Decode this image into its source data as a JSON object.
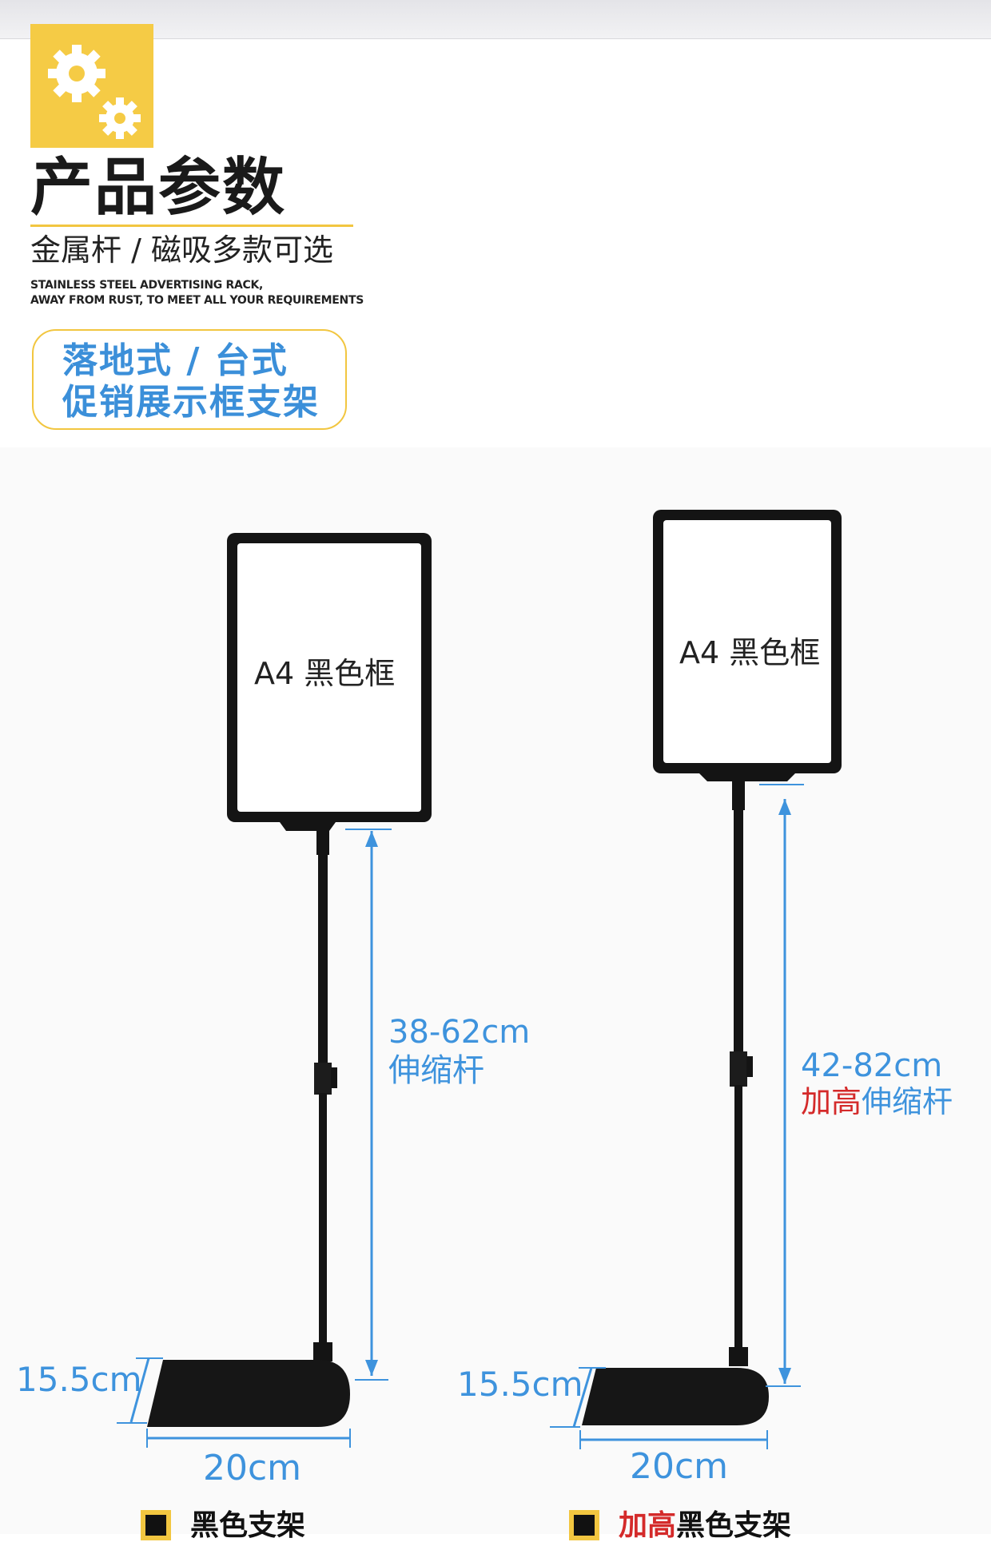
{
  "header": {
    "section_title": "产品参数",
    "subtitle": "金属杆 / 磁吸多款可选",
    "english_line1": "STAINLESS STEEL ADVERTISING RACK,",
    "english_line2": "AWAY FROM RUST, TO MEET ALL YOUR REQUIREMENTS",
    "badge_icon": "gears-icon",
    "accent_color": "#f2c640"
  },
  "product_pill": {
    "line1": "落地式 / 台式",
    "line2": "促销展示框支架",
    "text_color": "#3b8fd9"
  },
  "products": [
    {
      "frame_label": "A4 黑色框",
      "pole_range": "38-62cm",
      "pole_label": "伸缩杆",
      "pole_label_highlight": "",
      "base_depth": "15.5cm",
      "base_width": "20cm",
      "caption_highlight": "",
      "caption": "黑色支架"
    },
    {
      "frame_label": "A4 黑色框",
      "pole_range": "42-82cm",
      "pole_label": "伸缩杆",
      "pole_label_highlight": "加高",
      "base_depth": "15.5cm",
      "base_width": "20cm",
      "caption_highlight": "加高",
      "caption": "黑色支架"
    }
  ],
  "colors": {
    "dimension_blue": "#3e93dd",
    "highlight_red": "#d42a2a",
    "stand_black": "#141414"
  }
}
